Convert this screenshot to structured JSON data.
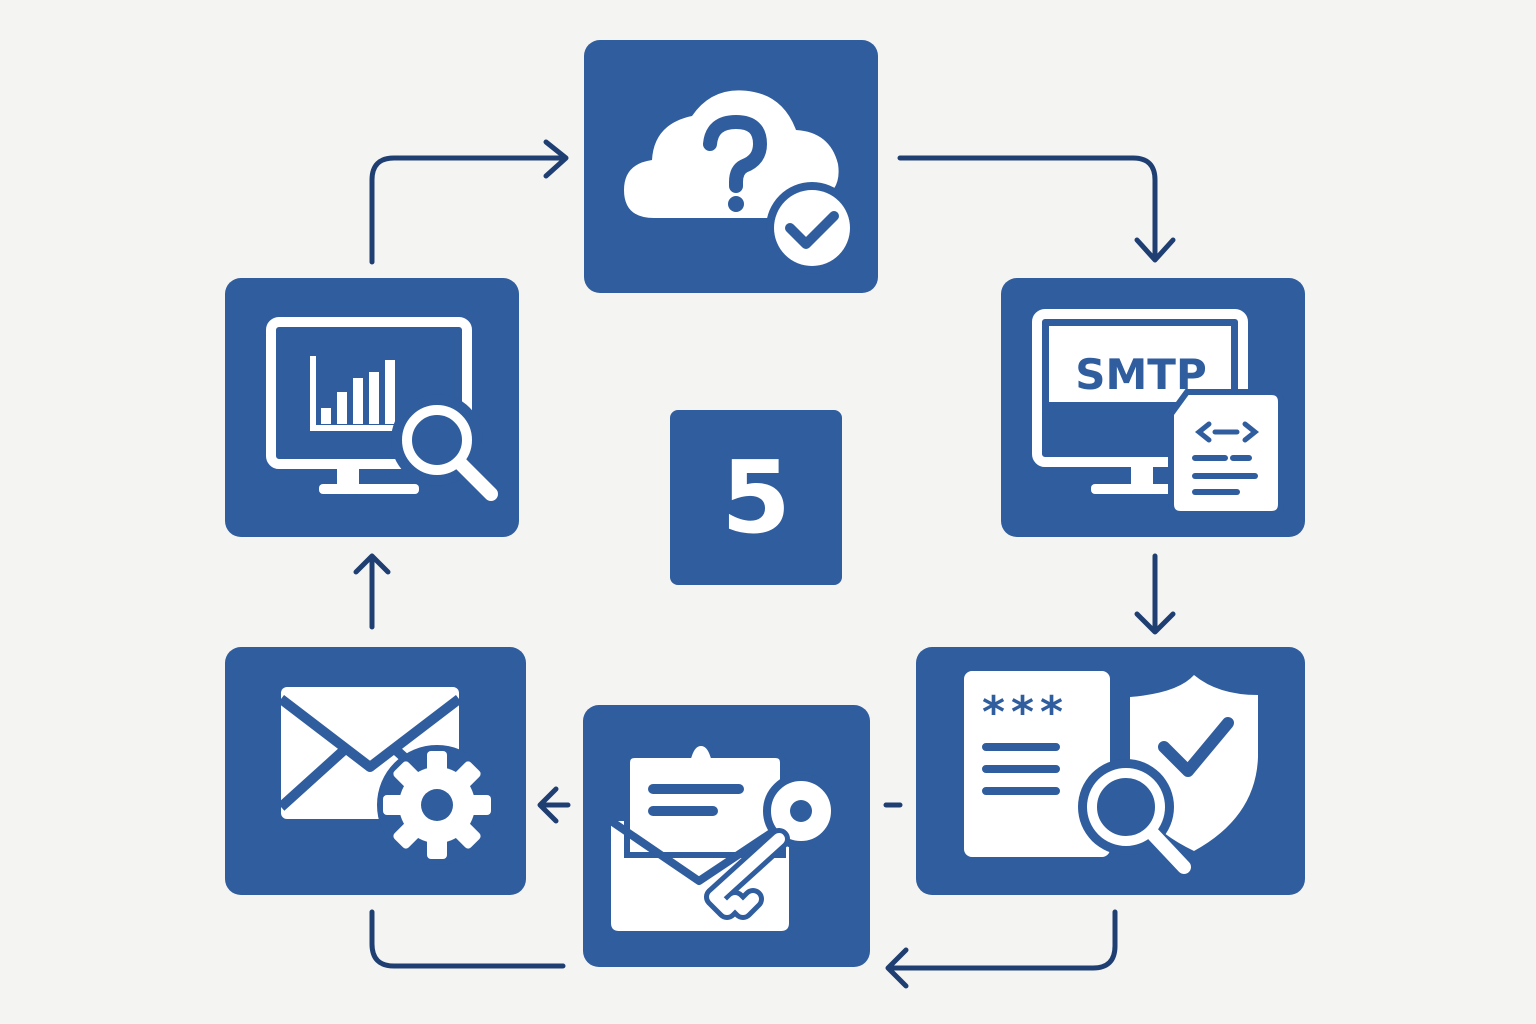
{
  "diagram": {
    "center_label": "5",
    "smtp_label": "SMTP",
    "password_mask": "***",
    "colors": {
      "tile": "#2f5d9e",
      "arrow": "#1f3f72",
      "background": "#f4f4f2",
      "icon": "#ffffff"
    },
    "tiles": [
      {
        "id": "cloud-status",
        "icons": [
          "cloud-question-icon",
          "check-circle-icon"
        ]
      },
      {
        "id": "smtp-config",
        "icons": [
          "monitor-icon",
          "code-document-icon"
        ]
      },
      {
        "id": "credential-check",
        "icons": [
          "password-document-icon",
          "shield-check-icon",
          "magnifier-icon"
        ]
      },
      {
        "id": "secure-mail",
        "icons": [
          "envelope-document-icon",
          "key-icon"
        ]
      },
      {
        "id": "mail-settings",
        "icons": [
          "envelope-icon",
          "gear-icon"
        ]
      },
      {
        "id": "monitoring",
        "icons": [
          "monitor-chart-icon",
          "magnifier-icon"
        ]
      }
    ]
  }
}
